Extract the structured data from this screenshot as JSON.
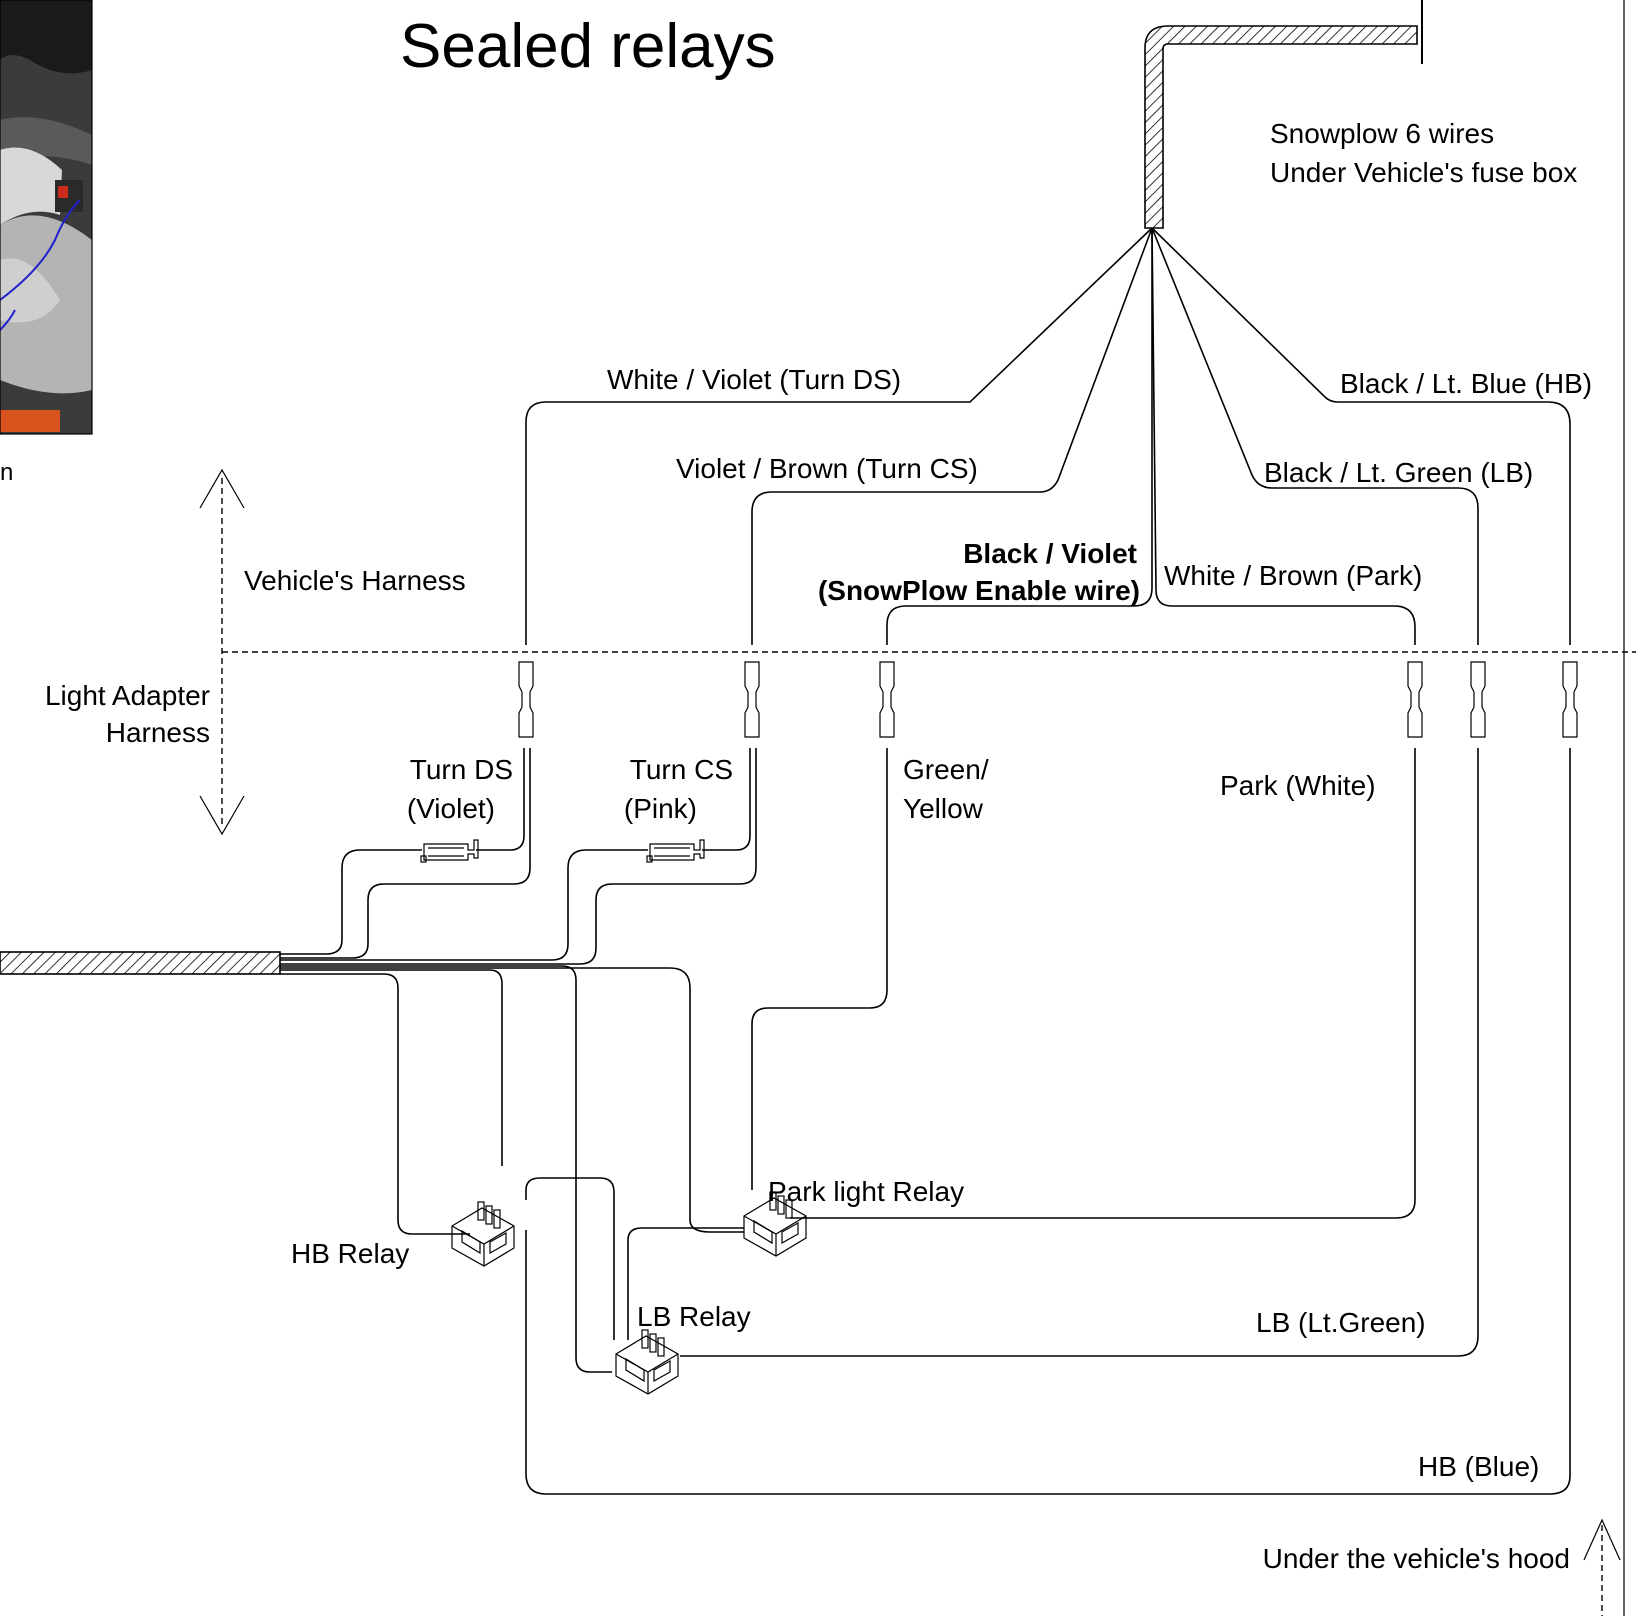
{
  "title": "Sealed relays",
  "photo": {
    "caption_fragment": "n",
    "colors": {
      "insulation": "#bfbfbf",
      "wire": "#2222cc",
      "accent": "#d9531e",
      "dark": "#2a2a2a"
    }
  },
  "zones": {
    "vehicle_harness": "Vehicle's Harness",
    "light_adapter_line1": "Light Adapter",
    "light_adapter_line2": "Harness",
    "under_hood": "Under the vehicle's hood"
  },
  "snowplow": {
    "line1": "Snowplow 6 wires",
    "line2": "Under Vehicle's fuse box"
  },
  "vehicle_wires": {
    "white_violet": "White / Violet (Turn DS)",
    "violet_brown": "Violet / Brown (Turn CS)",
    "black_violet_line1": "Black / Violet",
    "black_violet_line2": "(SnowPlow Enable wire)",
    "white_brown": "White / Brown (Park)",
    "black_ltgreen": "Black / Lt. Green (LB)",
    "black_ltblue": "Black / Lt. Blue (HB)"
  },
  "adapter_wires": {
    "turn_ds_line1": "Turn DS",
    "turn_ds_line2": "(Violet)",
    "turn_cs_line1": "Turn CS",
    "turn_cs_line2": "(Pink)",
    "green_yellow_line1": "Green/",
    "green_yellow_line2": "Yellow",
    "park_white": "Park (White)",
    "lb_ltgreen": "LB (Lt.Green)",
    "hb_blue": "HB (Blue)"
  },
  "relays": {
    "hb": "HB Relay",
    "lb": "LB Relay",
    "park": "Park light Relay"
  }
}
